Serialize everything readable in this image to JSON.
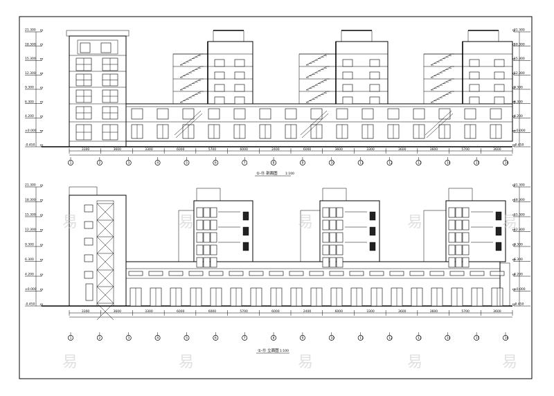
{
  "drawing": {
    "frame_color": "#000000",
    "paper_color": "#ffffff",
    "watermark_color": "#c8c8c8",
    "elev1_title": "①-⑬ 剖面图",
    "elev1_scale": "1:100",
    "elev2_title": "①-⑬ 立面图",
    "elev2_scale": "1:100",
    "watermark_glyph": "易",
    "elev1_dims": [
      "3300",
      "3600",
      "3300",
      "6000",
      "5700",
      "6000",
      "2400",
      "6000",
      "3600",
      "3300",
      "3600",
      "3600",
      "5700",
      "3600"
    ],
    "elev2_dims": [
      "3300",
      "3600",
      "3300",
      "6000",
      "6000",
      "5700",
      "6000",
      "2400",
      "6000",
      "3300",
      "3600",
      "3600",
      "5700",
      "3600"
    ],
    "level_labels": [
      "21.300",
      "18.300",
      "15.300",
      "12.300",
      "9.300",
      "6.300",
      "4.200",
      "±0.000",
      "-0.450"
    ],
    "elev1_axis_numbers": [
      "1",
      "2",
      "3",
      "4",
      "5",
      "6",
      "7",
      "8",
      "9",
      "10",
      "11",
      "12",
      "13",
      "14",
      "15",
      "16"
    ],
    "elev2_axis_numbers": [
      "1",
      "2",
      "3",
      "4",
      "5",
      "6",
      "7",
      "8",
      "9",
      "10",
      "11",
      "12",
      "13",
      "14",
      "15",
      "16"
    ]
  }
}
